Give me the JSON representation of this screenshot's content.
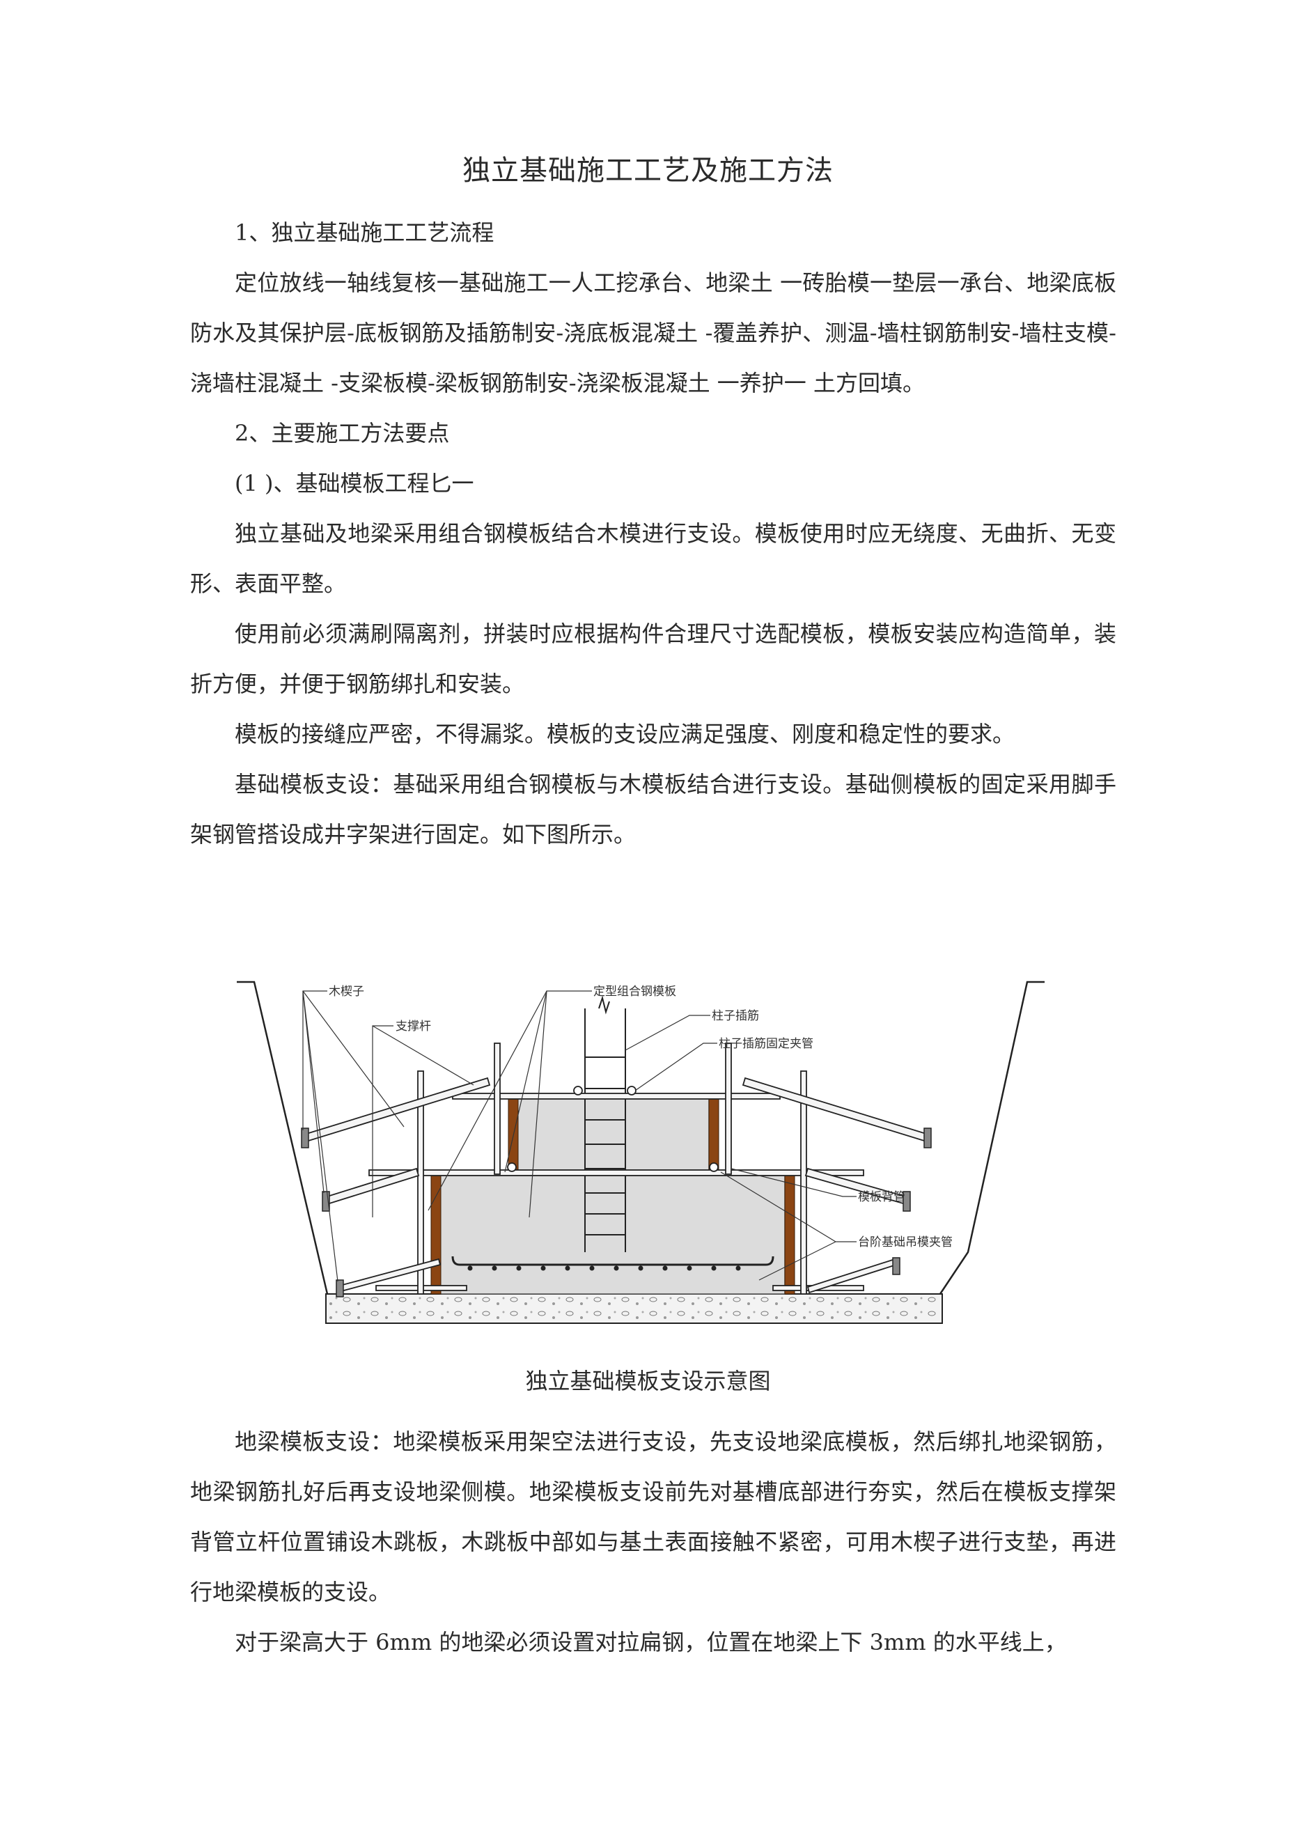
{
  "document": {
    "title": "独立基础施工工艺及施工方法",
    "paragraphs_before_figure": [
      "1、独立基础施工工艺流程",
      "定位放线一轴线复核一基础施工一人工挖承台、地梁土 一砖胎模一垫层一承台、地梁底板防水及其保护层-底板钢筋及插筋制安-浇底板混凝土 -覆盖养护、测温-墙柱钢筋制安-墙柱支模-浇墙柱混凝土 -支梁板模-梁板钢筋制安-浇梁板混凝土 一养护一 土方回填。",
      "2、主要施工方法要点",
      "(1 )、基础模板工程匕一",
      "独立基础及地梁采用组合钢模板结合木模进行支设。模板使用时应无绕度、无曲折、无变形、表面平整。",
      "使用前必须满刷隔离剂，拼装时应根据构件合理尺寸选配模板，模板安装应构造简单，装折方便，并便于钢筋绑扎和安装。",
      "模板的接缝应严密，不得漏浆。模板的支设应满足强度、刚度和稳定性的要求。",
      "基础模板支设：基础采用组合钢模板与木模板结合进行支设。基础侧模板的固定采用脚手架钢管搭设成井字架进行固定。如下图所示。"
    ],
    "figure": {
      "caption": "独立基础模板支设示意图",
      "labels": {
        "wood_wedge": "木楔子",
        "brace": "支撑杆",
        "steel_formwork": "定型组合钢模板",
        "column_rebar": "柱子插筋",
        "rebar_clamp": "柱子插筋固定夹管",
        "back_pipe": "模板背管",
        "step_clamp": "台阶基础吊模夹管"
      }
    },
    "paragraphs_after_figure": [
      "地梁模板支设：地梁模板采用架空法进行支设，先支设地梁底模板，然后绑扎地梁钢筋，地梁钢筋扎好后再支设地梁侧模。地梁模板支设前先对基槽底部进行夯实，然后在模板支撑架背管立杆位置铺设木跳板，木跳板中部如与基土表面接触不紧密，可用木楔子进行支垫，再进行地梁模板的支设。",
      "对于梁高大于 6mm 的地梁必须设置对拉扁钢，位置在地梁上下 3mm 的水平线上，"
    ]
  }
}
